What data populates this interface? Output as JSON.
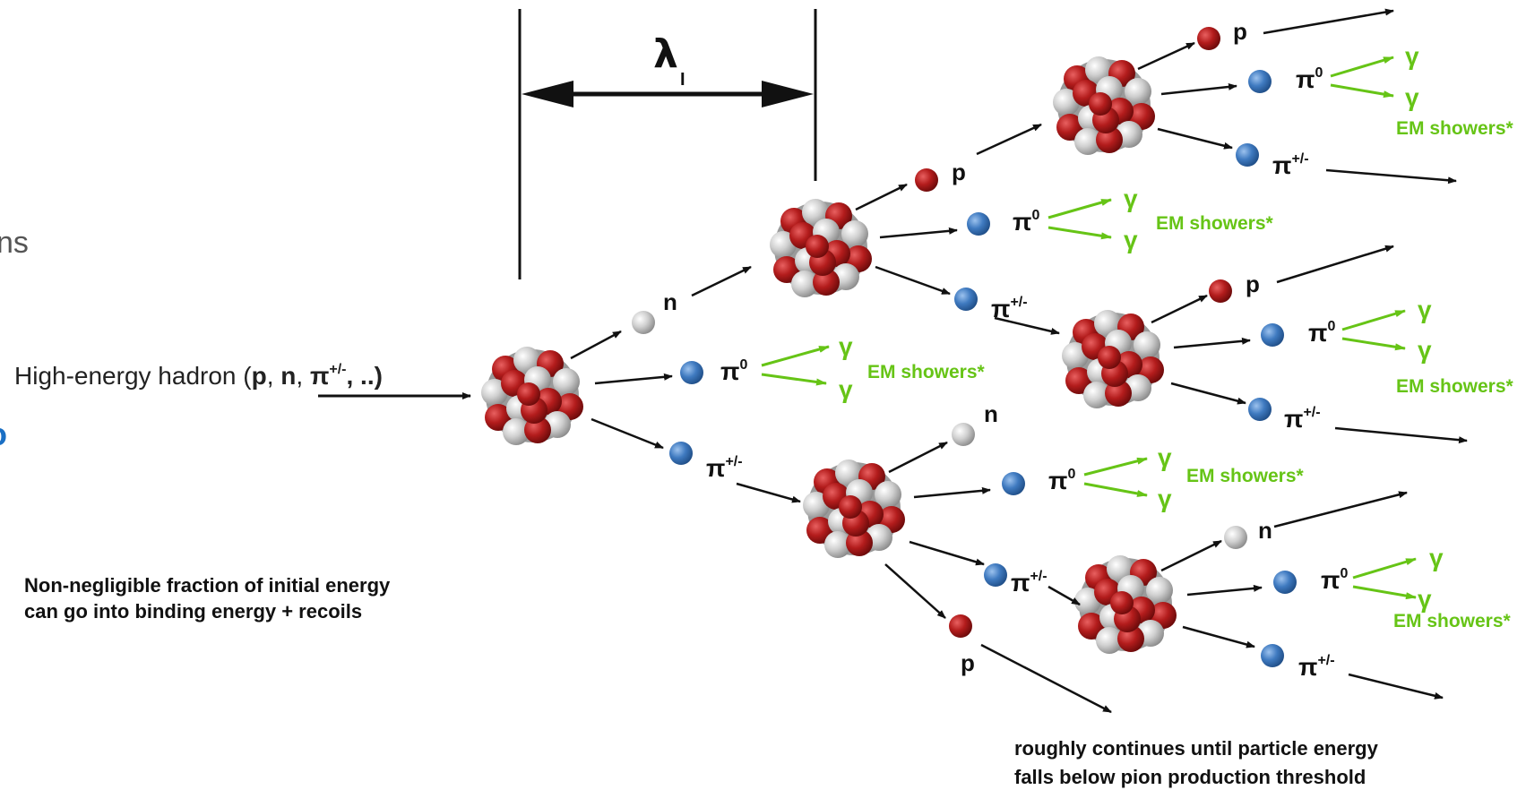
{
  "lambda": {
    "symbol": "λ",
    "subscript": "I"
  },
  "partial_left": {
    "line1": "ns",
    "line2": "o"
  },
  "incoming": {
    "prefix": "High-energy hadron (",
    "p": "p",
    "sep1": ", ",
    "n": "n",
    "sep2": ", ",
    "pi": "π",
    "pi_charge": "+/-",
    "suffix": ", ..)"
  },
  "note_binding": {
    "line1": "Non-negligible fraction of initial energy",
    "line2": "can go into binding energy + recoils"
  },
  "note_threshold": {
    "line1": "roughly continues until particle energy",
    "line2": "falls below pion production threshold"
  },
  "particles": {
    "p": "p",
    "n": "n",
    "pi": "π",
    "pi0_sup": "0",
    "pic_sup": "+/-",
    "gamma": "γ"
  },
  "em_label": "EM showers*",
  "colors": {
    "proton": "#b31c1c",
    "neutron": "#c8c8c8",
    "pion": "#3f7ac0",
    "em": "#66c416",
    "arrow": "#111111"
  }
}
